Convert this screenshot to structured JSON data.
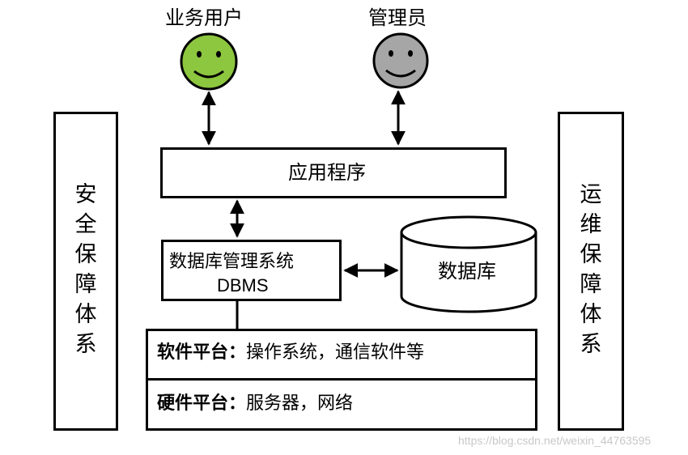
{
  "actors": {
    "business_user": "业务用户",
    "admin": "管理员"
  },
  "colors": {
    "business_user_face": "#8dc63f",
    "admin_face": "#a6a6a6"
  },
  "left_pillar": [
    "安",
    "全",
    "保",
    "障",
    "体",
    "系"
  ],
  "right_pillar": [
    "运",
    "维",
    "保",
    "障",
    "体",
    "系"
  ],
  "application": "应用程序",
  "dbms": {
    "line1": "数据库管理系统",
    "line2": "DBMS"
  },
  "database": "数据库",
  "software_platform": {
    "title": "软件平台：",
    "detail": "操作系统，通信软件等"
  },
  "hardware_platform": {
    "title": "硬件平台：",
    "detail": "服务器，网络"
  },
  "watermark": "https://blog.csdn.net/weixin_44763595"
}
